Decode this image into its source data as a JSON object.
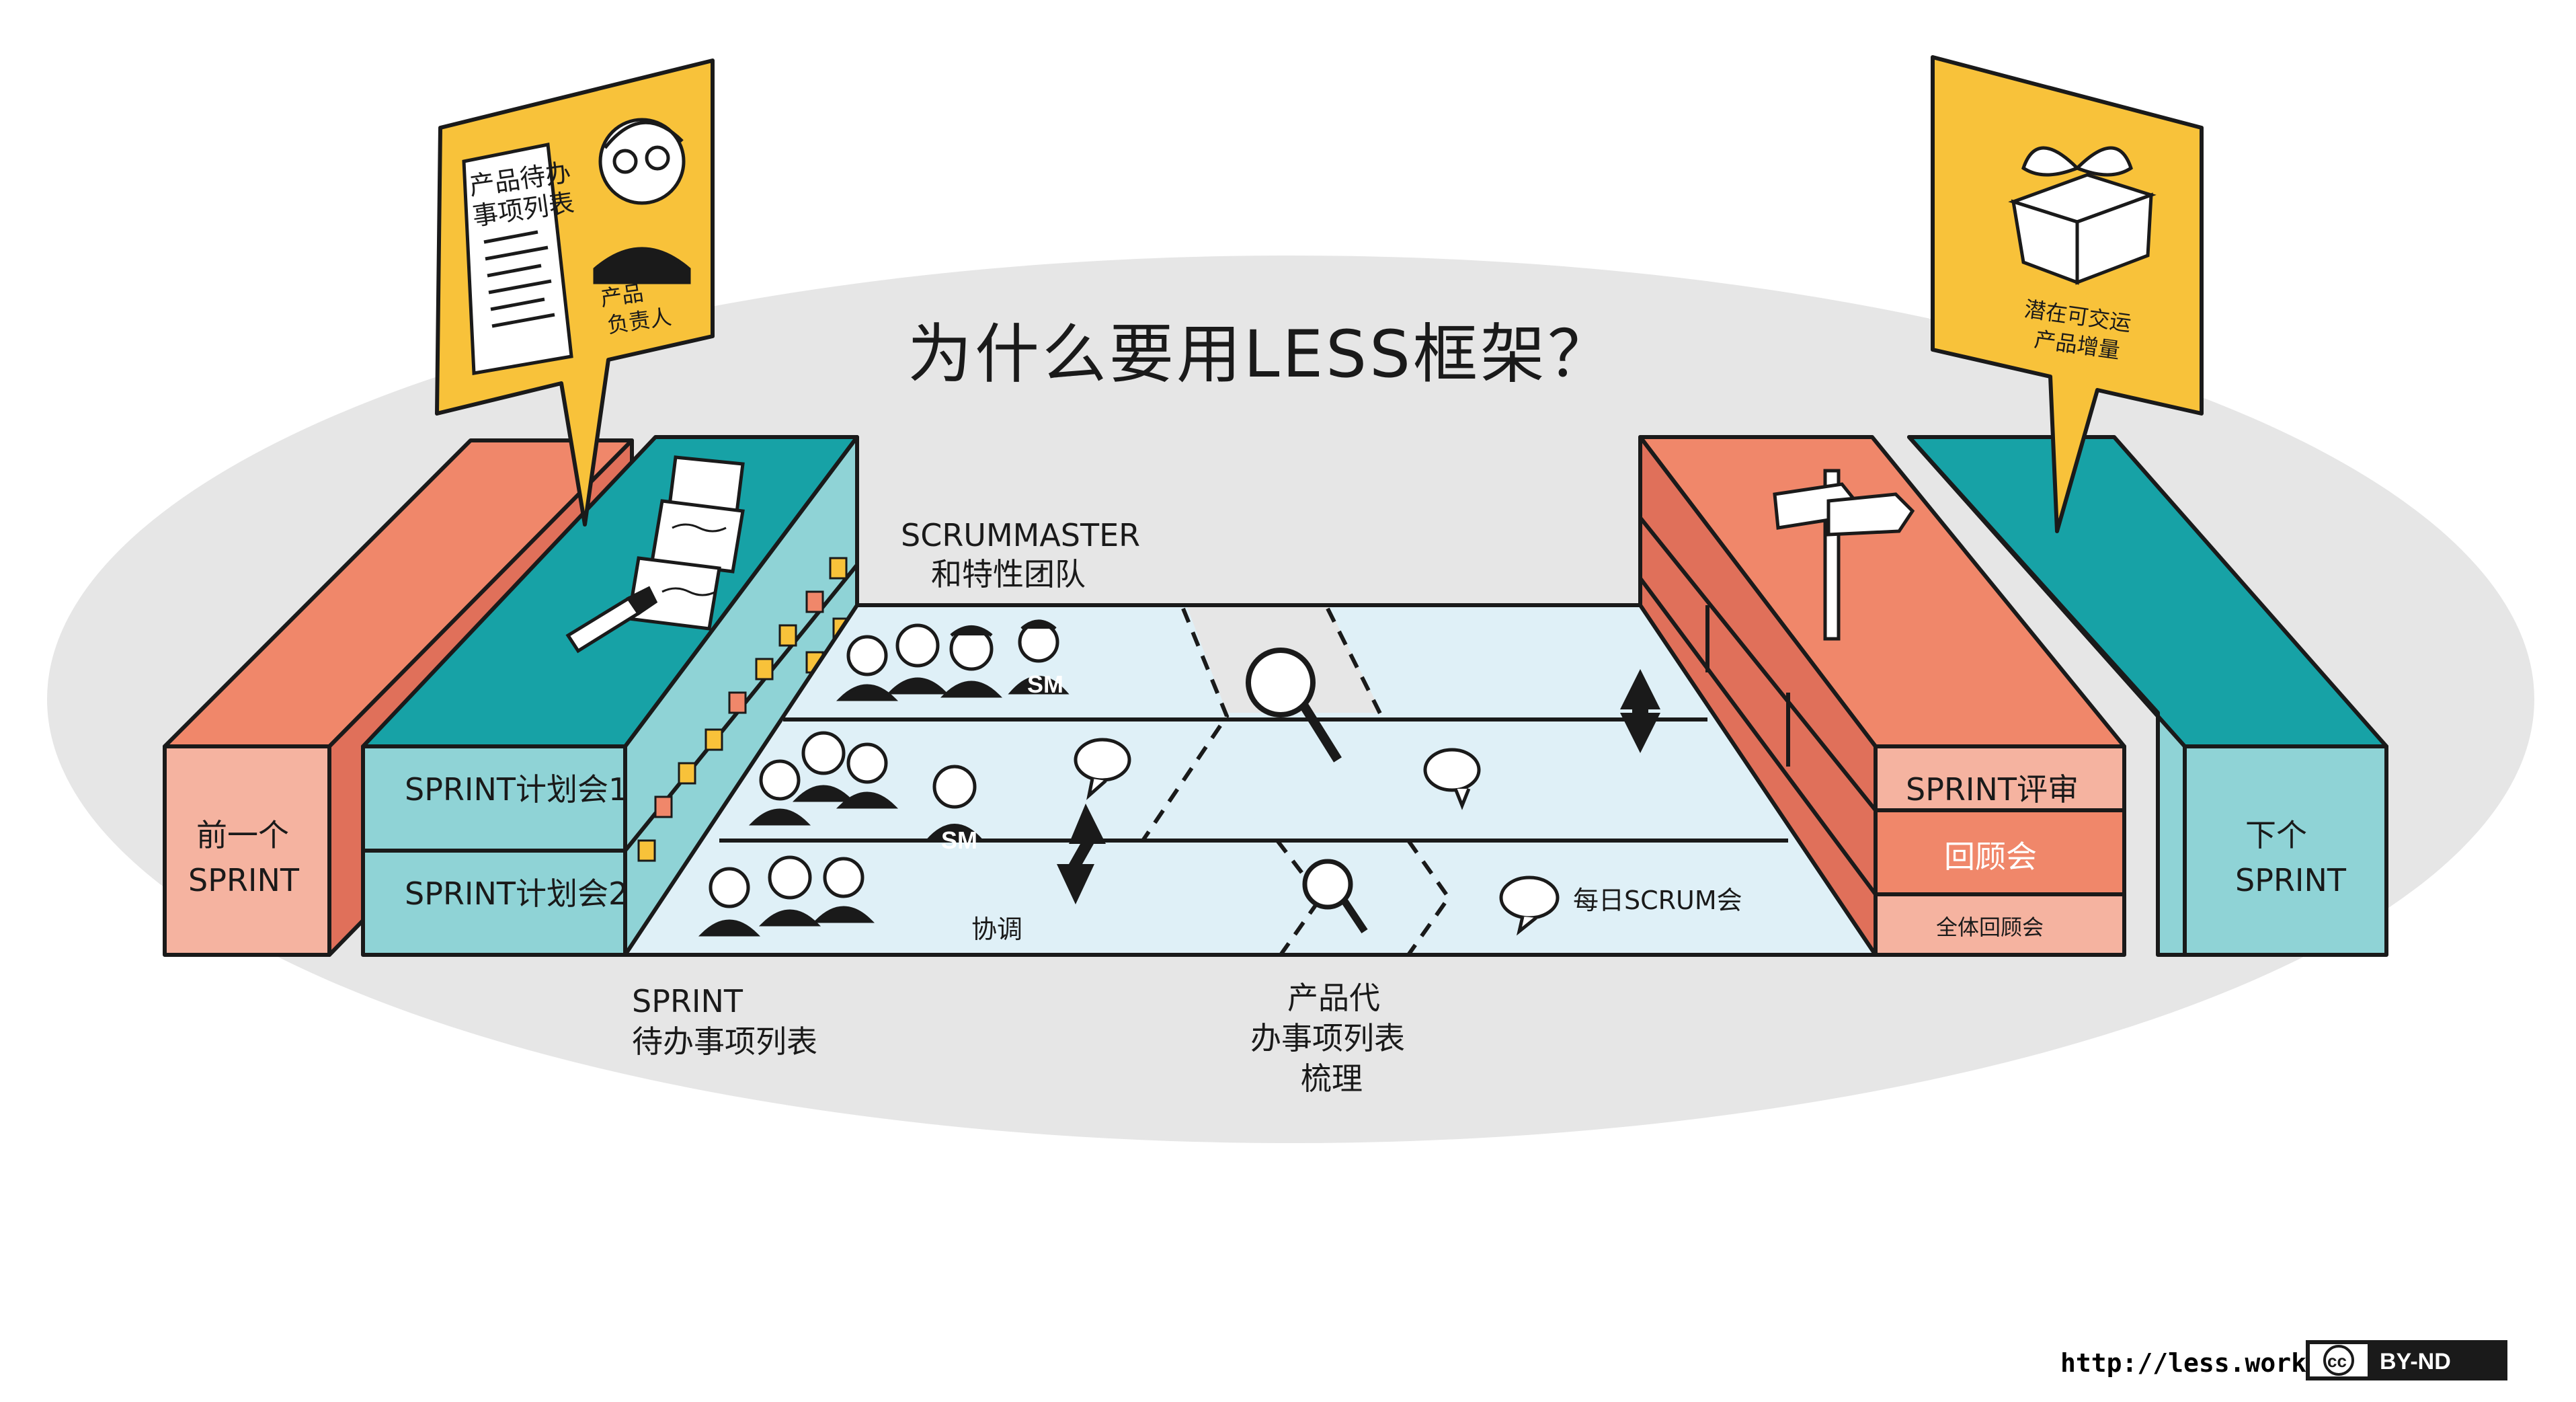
{
  "title": "为什么要用LESS框架？",
  "colors": {
    "salmon": "#f0876a",
    "salmon_light": "#f5b3a0",
    "teal_dark": "#17a2a6",
    "teal_light": "#8fd3d6",
    "yellow": "#f8c23a",
    "lane": "#dff0f7",
    "ellipse": "#e6e6e6",
    "ink": "#1a1a1a"
  },
  "left_callout": {
    "doc_label_line1": "产品待办",
    "doc_label_line2": "事项列表",
    "person_label_line1": "产品",
    "person_label_line2": "负责人"
  },
  "right_callout": {
    "label_line1": "潜在可交运",
    "label_line2": "产品增量"
  },
  "previous_sprint": {
    "line1": "前一个",
    "line2": "SPRINT"
  },
  "next_sprint": {
    "line1": "下个",
    "line2": "SPRINT"
  },
  "planning": {
    "one": "SPRINT计划会1",
    "two": "SPRINT计划会2"
  },
  "team_label": {
    "line1": "SCRUMMASTER",
    "line2": "和特性团队"
  },
  "sm_badge": "SM",
  "coordinate_label": "协调",
  "daily_scrum_label": "每日SCRUM会",
  "sprint_backlog": {
    "line1": "SPRINT",
    "line2": "待办事项列表"
  },
  "refinement": {
    "line1": "产品代",
    "line2": "办事项列表",
    "line3": "梳理"
  },
  "review": {
    "sprint_review": "SPRINT评审",
    "retrospective": "回顾会",
    "overall_retrospective": "全体回顾会"
  },
  "footer": {
    "url": "http://less.works",
    "license": "BY-ND",
    "cc": "cc"
  }
}
